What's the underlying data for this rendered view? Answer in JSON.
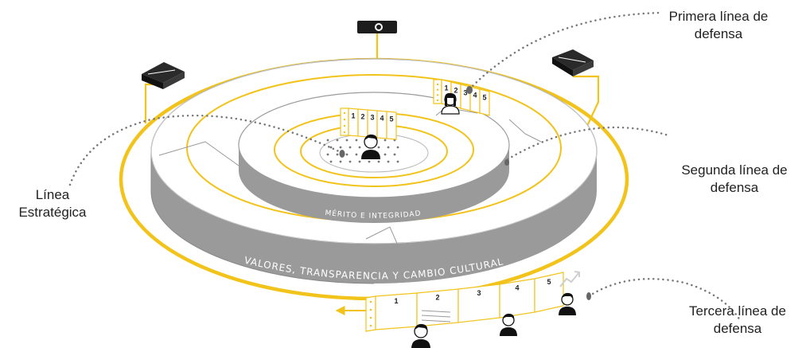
{
  "callouts": {
    "primera": [
      "Primera línea de",
      "defensa"
    ],
    "segunda": [
      "Segunda línea de",
      "defensa"
    ],
    "tercera": [
      "Tercera línea de",
      "defensa"
    ],
    "estrategica": [
      "Línea",
      "Estratégica"
    ]
  },
  "bands": {
    "inner": "MÉRITO E INTEGRIDAD",
    "outer": "VALORES, TRANSPARENCIA Y CAMBIO CULTURAL"
  },
  "panels": {
    "center": [
      "1",
      "2",
      "3",
      "4",
      "5"
    ],
    "first_line": [
      "1",
      "2",
      "3",
      "4",
      "5"
    ],
    "third_line": [
      "1",
      "2",
      "3",
      "4",
      "5"
    ]
  },
  "colors": {
    "accent": "#f2c31a",
    "band": "#9a9a9a",
    "dots": "#777777"
  },
  "icons": [
    "camera-icon",
    "monitor-icon",
    "person-icon",
    "trend-arrow-icon",
    "list-icon"
  ]
}
